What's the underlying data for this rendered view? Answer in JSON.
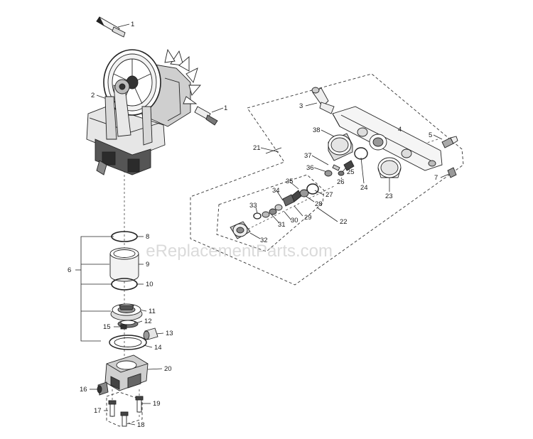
{
  "watermark": "eReplacementParts.com",
  "callouts": {
    "c1a": "1",
    "c1b": "1",
    "c2": "2",
    "c3": "3",
    "c4": "4",
    "c5": "5",
    "c6": "6",
    "c7": "7",
    "c8": "8",
    "c9": "9",
    "c10": "10",
    "c11": "11",
    "c12": "12",
    "c13": "13",
    "c14": "14",
    "c15": "15",
    "c16": "16",
    "c17": "17",
    "c18": "18",
    "c19": "19",
    "c20": "20",
    "c21": "21",
    "c22": "22",
    "c23": "23",
    "c24": "24",
    "c25": "25",
    "c26": "26",
    "c27": "27",
    "c28": "28",
    "c29": "29",
    "c30": "30",
    "c31": "31",
    "c32": "32",
    "c33": "33",
    "c34": "34",
    "c35": "35",
    "c36": "36",
    "c37": "37",
    "c38": "38"
  }
}
